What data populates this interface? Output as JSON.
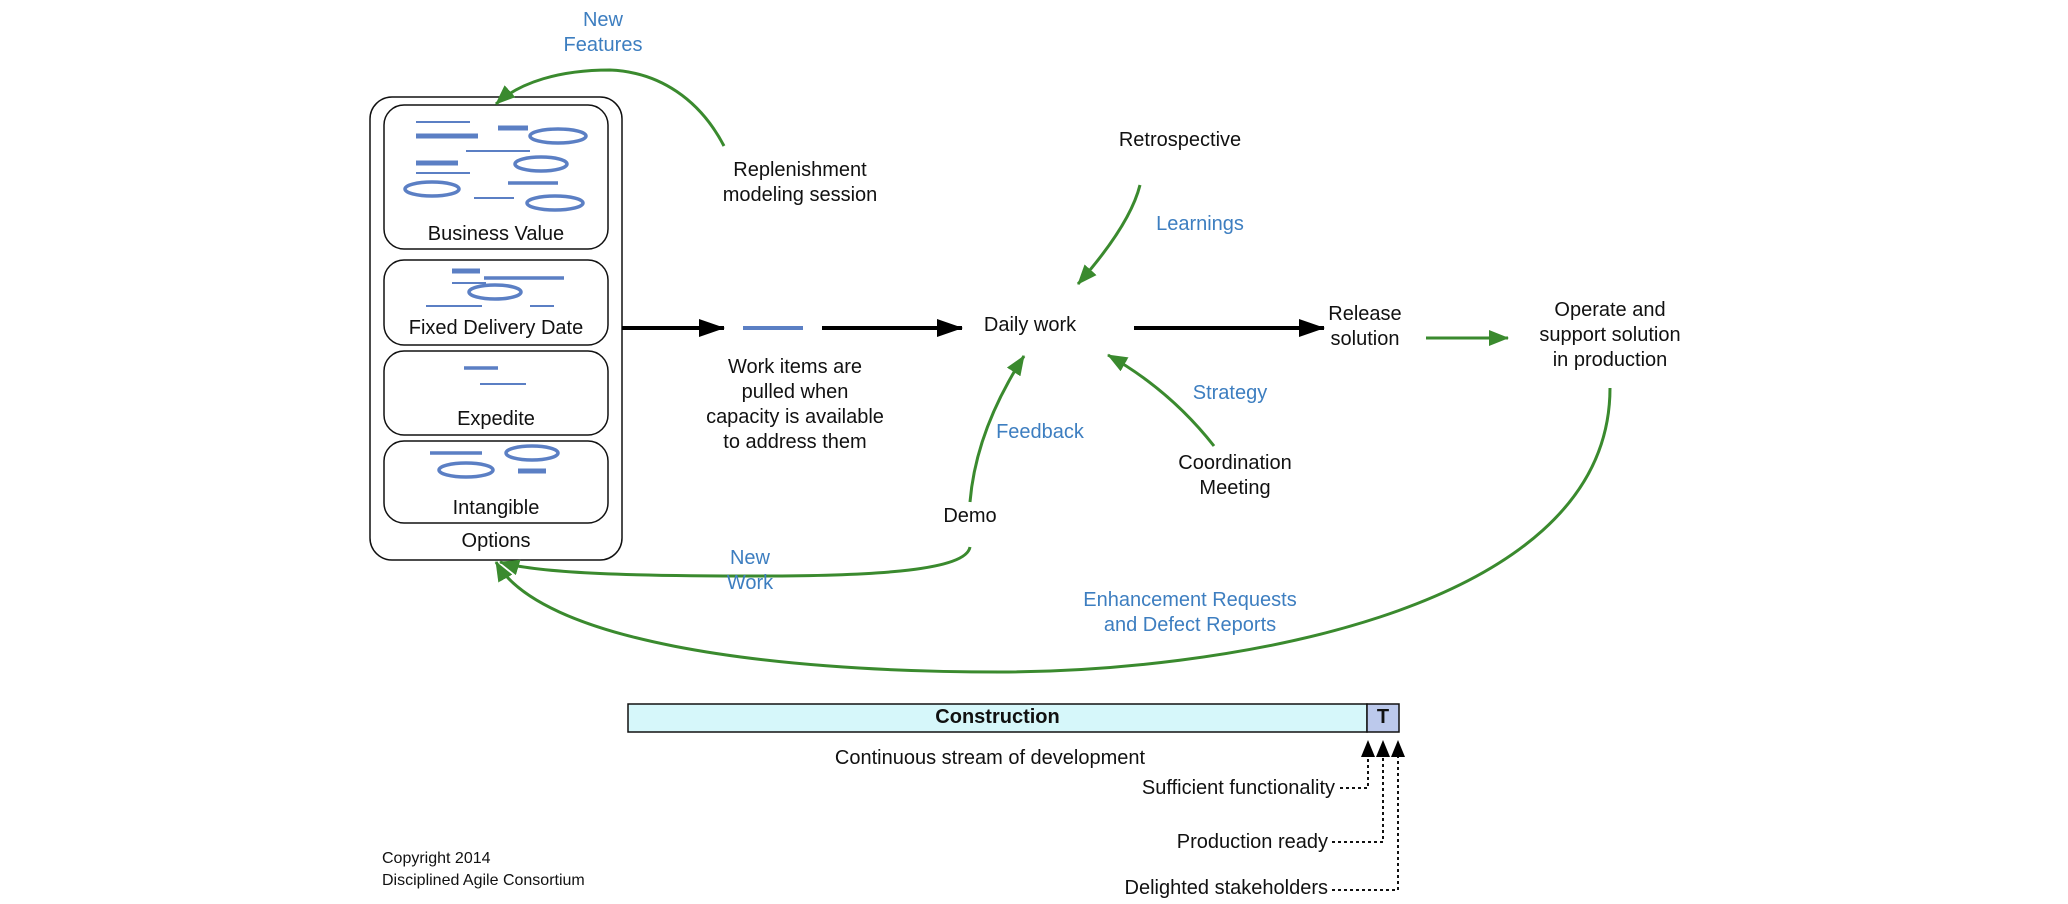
{
  "options_panel": {
    "title": "Options",
    "categories": [
      {
        "name": "Business Value"
      },
      {
        "name": "Fixed Delivery Date"
      },
      {
        "name": "Expedite"
      },
      {
        "name": "Intangible"
      }
    ]
  },
  "labels": {
    "new_features": "New\nFeatures",
    "replenishment": "Replenishment\nmodeling session",
    "work_items": "Work items are\npulled when\ncapacity is available\nto address them",
    "daily_work": "Daily work",
    "retrospective": "Retrospective",
    "learnings": "Learnings",
    "release_solution": "Release\nsolution",
    "operate": "Operate and\nsupport solution\nin production",
    "strategy": "Strategy",
    "coordination": "Coordination\nMeeting",
    "feedback": "Feedback",
    "demo": "Demo",
    "new_work": "New\nWork",
    "enhancement": "Enhancement Requests\nand Defect Reports"
  },
  "timeline": {
    "construction": "Construction",
    "transition": "T",
    "continuous": "Continuous stream of development",
    "milestones": [
      "Sufficient functionality",
      "Production ready",
      "Delighted stakeholders"
    ]
  },
  "copyright": {
    "line1": "Copyright 2014",
    "line2": "Disciplined Agile Consortium"
  },
  "colors": {
    "feedback_arrow": "#3a8a2e",
    "flow_arrow": "#000000",
    "label_blue": "#3d7ec0",
    "work_item": "#5b7fc4",
    "construction_fill": "#d6f7fa",
    "transition_fill": "#bcc9ec"
  }
}
